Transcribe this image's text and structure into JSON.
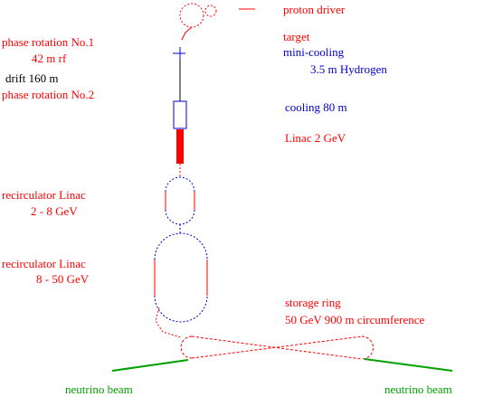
{
  "labels": {
    "proton_driver": "proton driver",
    "target": "target",
    "mini_cooling": "mini-cooling",
    "hydrogen": "3.5 m Hydrogen",
    "phase_rotation_1": "phase rotation No.1",
    "rf_42m": "42 m rf",
    "drift": "drift  160 m",
    "phase_rotation_2": "phase rotation No.2",
    "cooling": "cooling  80 m",
    "linac": "Linac  2 GeV",
    "recirc_1_title": "recirculator Linac",
    "recirc_1_energy": "2 - 8 GeV",
    "recirc_2_title": "recirculator Linac",
    "recirc_2_energy": "8 - 50 GeV",
    "storage_ring": "storage ring",
    "storage_ring_spec": "50 GeV   900 m circumference",
    "neutrino_left": "neutrino beam",
    "neutrino_right": "neutrino beam"
  },
  "colors": {
    "red": "#ff0000",
    "blue": "#0000cc",
    "black": "#000000",
    "green": "#00a000"
  }
}
